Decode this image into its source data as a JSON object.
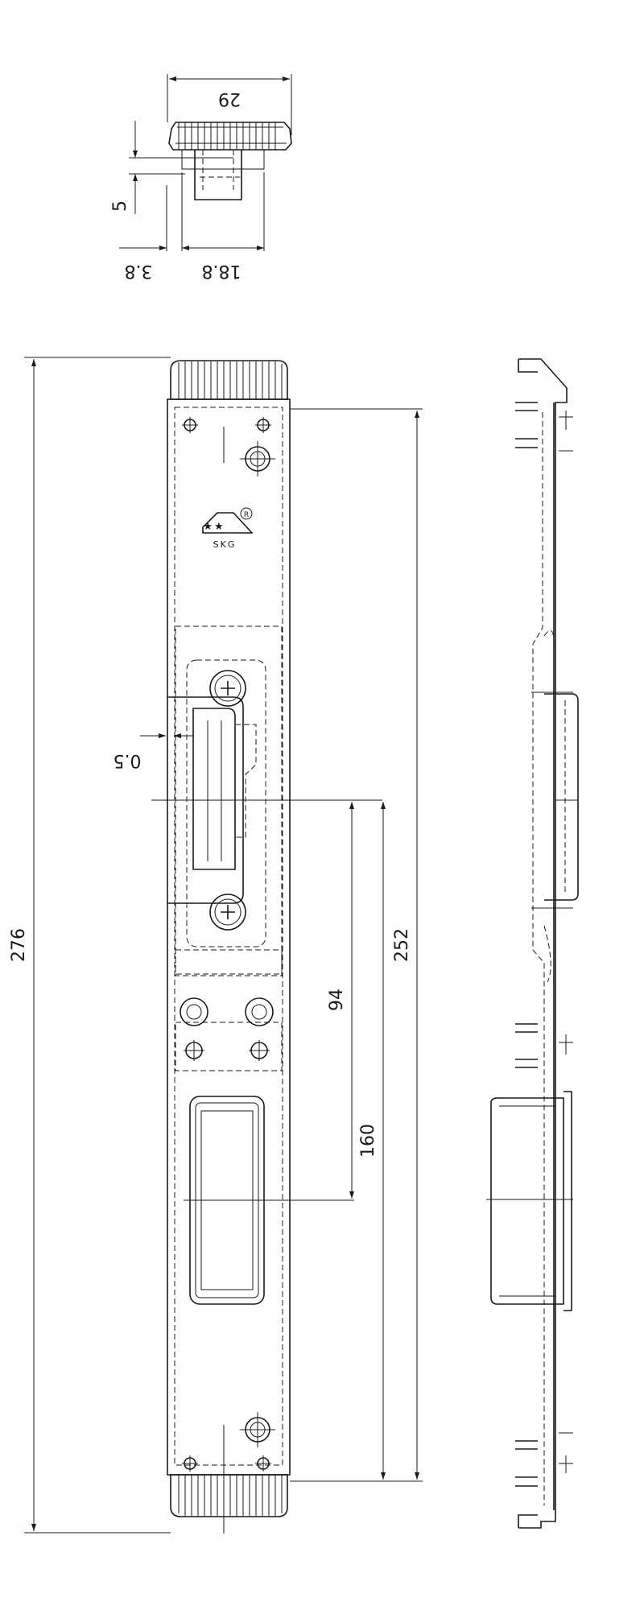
{
  "dimensions": {
    "top_width": "29",
    "top_height": "5",
    "top_offset_left": "3.8",
    "top_offset_right": "18.8",
    "total_length": "276",
    "hole_span": "252",
    "strike_to_center_a": "94",
    "strike_to_center_b": "160",
    "gap": "0.5"
  },
  "logo": {
    "brand": "SKG",
    "stars": "★★",
    "registered": "R"
  }
}
